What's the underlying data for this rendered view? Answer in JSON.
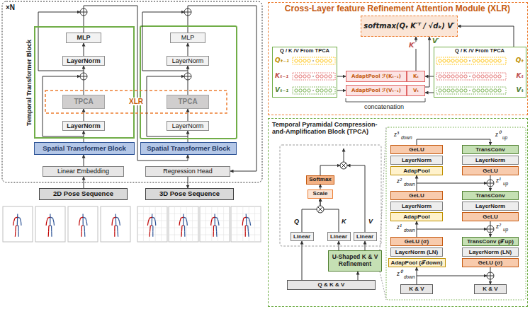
{
  "diagram": {
    "nodes": [
      {
        "text": [
          "Temporal Transformer Block"
        ]
      },
      {
        "text": [
          "MLP"
        ],
        "in": 0
      },
      {
        "text": [
          "LayerNorm"
        ],
        "in": 0
      },
      {
        "text": [
          "TPCA"
        ],
        "in": 0
      },
      {
        "text": [
          "LayerNorm"
        ],
        "in": 0
      },
      {
        "text": [
          "MLP"
        ]
      },
      {
        "text": [
          "LayerNorm"
        ]
      },
      {
        "text": [
          "TPCA"
        ]
      },
      {
        "text": [
          "LayerNorm"
        ]
      },
      {
        "text": [
          "Spatial Transformer Block"
        ]
      },
      {
        "text": [
          "Spatial Transformer Block"
        ]
      },
      {
        "text": [
          "Linear Embedding"
        ]
      },
      {
        "text": [
          "Regression Head"
        ]
      },
      {
        "text": [
          "2D Pose Sequence"
        ]
      },
      {
        "text": [
          "3D Pose Sequence"
        ]
      },
      {
        "text": [
          "Cross-Layer feature Refinement Attention Module (XLR)"
        ]
      },
      {
        "text": [
          "softmax(Qₜ K′ᵀ / √dₖ) V′"
        ],
        "in": 15
      },
      {
        "text": [
          "Q / K /V From TPCA",
          "Qₜ₋₁",
          "Kₜ₋₁",
          "Vₜ₋₁"
        ],
        "in": 15
      },
      {
        "text": [
          "AdaptPool ℱ(Kₜ₋₁)"
        ],
        "in": 15
      },
      {
        "text": [
          "Kₜ"
        ],
        "in": 15
      },
      {
        "text": [
          "AdaptPool ℱ(Vₜ₋₁)"
        ],
        "in": 15
      },
      {
        "text": [
          "Vₜ"
        ],
        "in": 15
      },
      {
        "text": [
          "Q / K /V From TPCA",
          "Qₜ",
          "Kₜ",
          "Vₜ"
        ],
        "in": 15
      },
      {
        "text": [
          "Temporal Pyramidal Compression-and-Amplification Block (TPCA)"
        ]
      },
      {
        "text": [
          "Softmax"
        ],
        "in": 23
      },
      {
        "text": [
          "Scale"
        ],
        "in": 23
      },
      {
        "text": [
          "Linear"
        ],
        "in": 23
      },
      {
        "text": [
          "Linear"
        ],
        "in": 23
      },
      {
        "text": [
          "Linear"
        ],
        "in": 23
      },
      {
        "text": [
          "U-Shaped K & V Refinement"
        ],
        "in": 23
      },
      {
        "text": [
          "Q & K & V"
        ],
        "in": 23
      },
      {
        "text": [
          "K & V"
        ],
        "in": 23
      },
      {
        "text": [
          "AdapPool (ℱdown)"
        ],
        "in": 23
      },
      {
        "text": [
          "LayerNorm (LN)"
        ],
        "in": 23
      },
      {
        "text": [
          "GeLU (σ)"
        ],
        "in": 23
      },
      {
        "text": [
          "AdapPool"
        ],
        "in": 23
      },
      {
        "text": [
          "LayerNorm"
        ],
        "in": 23
      },
      {
        "text": [
          "GeLU"
        ],
        "in": 23
      },
      {
        "text": [
          "AdapPool"
        ],
        "in": 23
      },
      {
        "text": [
          "LayerNorm"
        ],
        "in": 23
      },
      {
        "text": [
          "GeLU"
        ],
        "in": 23
      },
      {
        "text": [
          "TransConv"
        ],
        "in": 23
      },
      {
        "text": [
          "LayerNorm"
        ],
        "in": 23
      },
      {
        "text": [
          "GeLU"
        ],
        "in": 23
      },
      {
        "text": [
          "TransConv"
        ],
        "in": 23
      },
      {
        "text": [
          "LayerNorm"
        ],
        "in": 23
      },
      {
        "text": [
          "GeLU"
        ],
        "in": 23
      },
      {
        "text": [
          "TransConv (ℱup)"
        ],
        "in": 23
      },
      {
        "text": [
          "LayerNorm (LN)"
        ],
        "in": 23
      },
      {
        "text": [
          "GeLU (σ)"
        ],
        "in": 23
      },
      {
        "text": [
          "K & V"
        ],
        "in": 23
      }
    ],
    "edges": [
      {
        "from": 13,
        "to": 11,
        "arrow": "to"
      },
      {
        "from": 11,
        "to": 9,
        "arrow": "to"
      },
      {
        "from": 9,
        "to": 4,
        "arrow": "to"
      },
      {
        "from": 4,
        "to": 3,
        "arrow": "to"
      },
      {
        "from": 3,
        "to": 2,
        "arrow": "to"
      },
      {
        "from": 2,
        "to": 1,
        "arrow": "to"
      },
      {
        "from": 1,
        "to": 10,
        "arrow": "to"
      },
      {
        "from": 10,
        "to": 8,
        "arrow": "to"
      },
      {
        "from": 8,
        "to": 7,
        "arrow": "to"
      },
      {
        "from": 7,
        "to": 6,
        "arrow": "to"
      },
      {
        "from": 6,
        "to": 5,
        "arrow": "to"
      },
      {
        "from": 5,
        "to": 12,
        "arrow": "to"
      },
      {
        "from": 12,
        "to": 14,
        "arrow": "to"
      },
      {
        "from": 17,
        "to": 18,
        "arrow": "to"
      },
      {
        "from": 17,
        "to": 20,
        "arrow": "to"
      },
      {
        "from": 22,
        "to": 19,
        "arrow": "to"
      },
      {
        "from": 22,
        "to": 21,
        "arrow": "to"
      },
      {
        "from": 19,
        "to": 16,
        "label": "K′",
        "arrow": "to"
      },
      {
        "from": 21,
        "to": 16,
        "label": "V′",
        "arrow": "to"
      },
      {
        "from": 22,
        "to": 16,
        "arrow": "to"
      },
      {
        "from": 30,
        "to": 26,
        "arrow": "to"
      },
      {
        "from": 30,
        "to": 29,
        "arrow": "to"
      },
      {
        "from": 29,
        "to": 27,
        "arrow": "to"
      },
      {
        "from": 29,
        "to": 28,
        "arrow": "to"
      },
      {
        "from": 26,
        "to": 25,
        "arrow": "to"
      },
      {
        "from": 27,
        "to": 25,
        "arrow": "to"
      },
      {
        "from": 25,
        "to": 24,
        "arrow": "to"
      },
      {
        "from": 31,
        "to": 32,
        "arrow": "to"
      },
      {
        "from": 34,
        "to": 35,
        "arrow": "to"
      },
      {
        "from": 37,
        "to": 38,
        "arrow": "to"
      },
      {
        "from": 40,
        "to": 41,
        "arrow": "to"
      },
      {
        "from": 43,
        "to": 44,
        "arrow": "to"
      },
      {
        "from": 46,
        "to": 47,
        "arrow": "to"
      },
      {
        "from": 49,
        "to": 50,
        "arrow": "to"
      }
    ],
    "labels": [
      "×N",
      "XLR",
      "concatenation",
      "Q",
      "K",
      "V",
      "z³",
      "down",
      "z²",
      "down",
      "z¹",
      "down",
      "z⁰",
      "down",
      "z⁰",
      "up",
      "z¹",
      "up",
      "z²",
      "up"
    ]
  }
}
